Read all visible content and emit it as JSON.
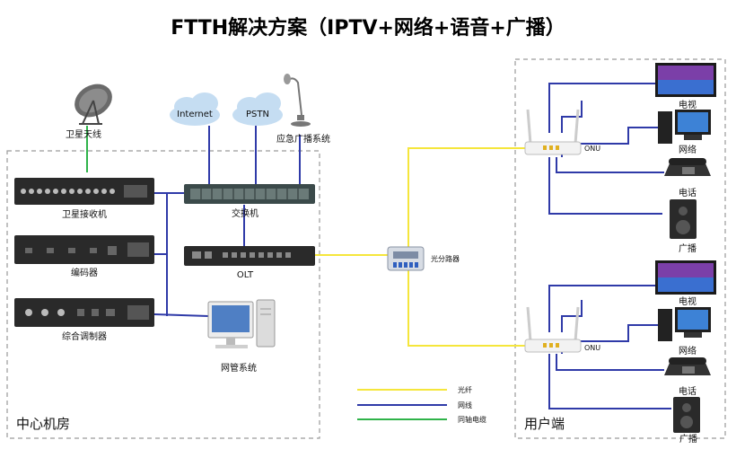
{
  "title": "FTTH解决方案（IPTV+网络+语音+广播）",
  "regions": {
    "central": "中心机房",
    "user": "用户端"
  },
  "devices": {
    "satellite_antenna": "卫星天线",
    "satellite_receiver": "卫星接收机",
    "encoder": "编码器",
    "modulator": "综合调制器",
    "internet": "Internet",
    "pstn": "PSTN",
    "emergency_broadcast": "应急广播系统",
    "switch": "交换机",
    "olt": "OLT",
    "nms": "网管系统",
    "splitter": "光分路器",
    "onu": "ONU"
  },
  "terminals": {
    "tv": "电视",
    "network": "网络",
    "phone": "电话",
    "broadcast": "广播"
  },
  "legend": [
    {
      "label": "光纤",
      "color": "#f5e63c"
    },
    {
      "label": "网线",
      "color": "#2f3aa8"
    },
    {
      "label": "同轴电缆",
      "color": "#2fb34a"
    }
  ],
  "colors": {
    "fiber": "#f5e63c",
    "ethernet": "#2f3aa8",
    "coax": "#2fb34a",
    "border": "#9a9a9a"
  }
}
